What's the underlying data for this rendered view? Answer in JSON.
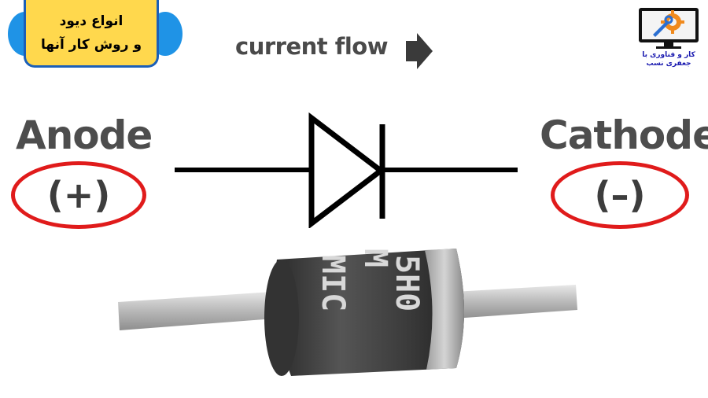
{
  "badge": {
    "line1": "انواع دیود",
    "line2": "و روش کار آنها",
    "colors": {
      "fill": "#ffd84d",
      "wings": "#1f93e6",
      "border": "#1b5fb8"
    }
  },
  "flow": {
    "label": "current flow",
    "arrow_icon": "right-arrow-icon"
  },
  "logo": {
    "line1": "کار و فناوری با",
    "line2": "جعفری نسب",
    "icon": "monitor-wrench-gear-icon"
  },
  "anode": {
    "label": "Anode",
    "polarity": "(+)"
  },
  "cathode": {
    "label": "Cathode",
    "polarity": "(–)"
  },
  "diode_body": {
    "marking_line1": "M",
    "marking_line2": "5H0",
    "marking_line3": "MIC"
  },
  "colors": {
    "accent_red": "#e01b1b",
    "text_gray": "#4d4d4d",
    "symbol": "#000000"
  }
}
